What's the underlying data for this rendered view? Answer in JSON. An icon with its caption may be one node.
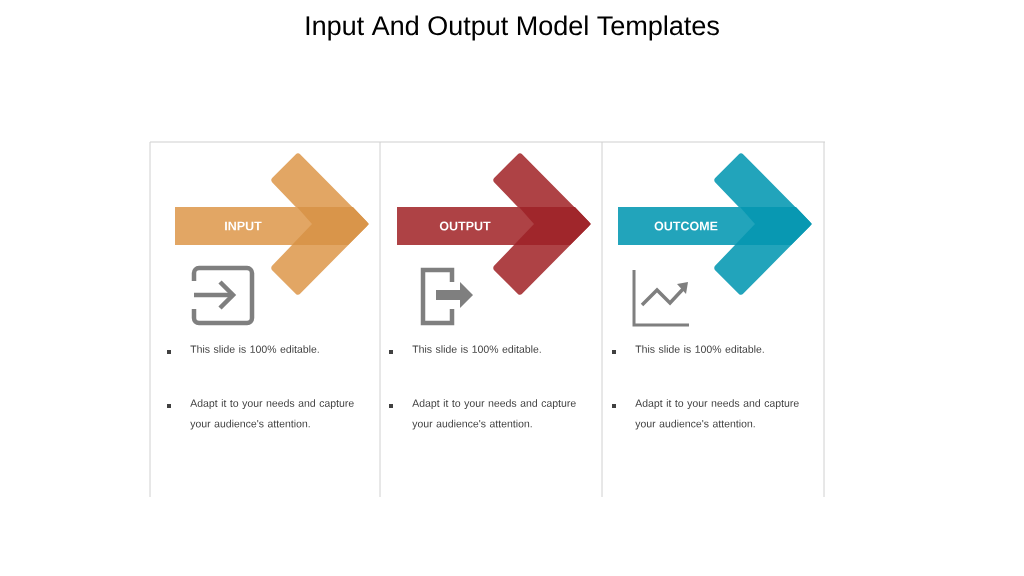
{
  "diagram": {
    "title": "Input And Output Model Templates",
    "nodes": [
      {
        "text": [
          "INPUT"
        ]
      },
      {
        "text": [
          "OUTPUT"
        ]
      },
      {
        "text": [
          "OUTCOME"
        ]
      }
    ],
    "labels": [
      "This slide is 100% editable.",
      "Adapt it to your needs and capture your audience's attention.",
      "This slide is 100% editable.",
      "Adapt it to your needs and capture your audience's attention.",
      "This slide is 100% editable.",
      "Adapt it to your needs and capture your audience's attention."
    ]
  }
}
